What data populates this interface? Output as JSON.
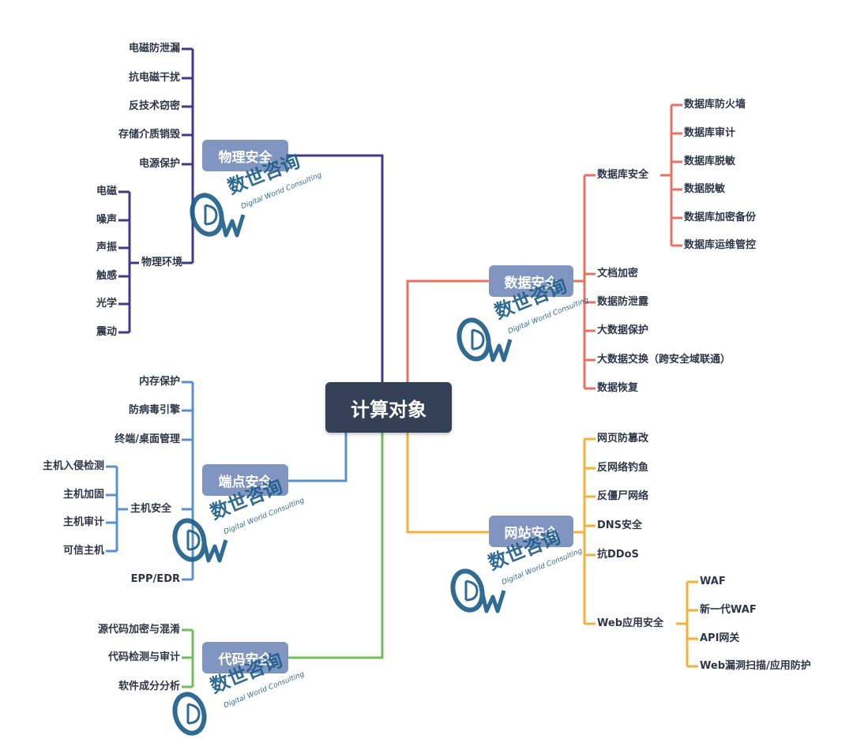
{
  "center": {
    "label": "计算对象"
  },
  "branches": {
    "physical": {
      "label": "物理安全",
      "items": [
        "电磁防泄漏",
        "抗电磁干扰",
        "反技术窃密",
        "存储介质销毁",
        "电源保护",
        "物理环境"
      ],
      "env_items": [
        "电磁",
        "噪声",
        "声振",
        "触感",
        "光学",
        "震动"
      ]
    },
    "data": {
      "label": "数据安全",
      "items": [
        "数据库安全",
        "文档加密",
        "数据防泄露",
        "大数据保护",
        "大数据交换（跨安全域联通）",
        "数据恢复"
      ],
      "db_items": [
        "数据库防火墙",
        "数据库审计",
        "数据库脱敏",
        "数据脱敏",
        "数据库加密备份",
        "数据库运维管控"
      ]
    },
    "endpoint": {
      "label": "端点安全",
      "items": [
        "内存保护",
        "防病毒引擎",
        "终端/桌面管理",
        "主机安全",
        "EPP/EDR"
      ],
      "host_items": [
        "主机入侵检测",
        "主机加固",
        "主机审计",
        "可信主机"
      ]
    },
    "web": {
      "label": "网站安全",
      "items": [
        "网页防篡改",
        "反网络钓鱼",
        "反僵尸网络",
        "DNS安全",
        "抗DDoS",
        "Web应用安全"
      ],
      "webapp_items": [
        "WAF",
        "新一代WAF",
        "API网关",
        "Web漏洞扫描/应用防护"
      ]
    },
    "code": {
      "label": "代码安全",
      "items": [
        "源代码加密与混淆",
        "代码检测与审计",
        "软件成分分析"
      ]
    }
  },
  "watermark": {
    "text": "数世咨询",
    "sub": "Digital World Consulting"
  },
  "colors": {
    "center": "#344055",
    "branch_box": "#8096c0",
    "physical": "#3f3a8c",
    "data": "#e77262",
    "endpoint": "#5b8fd0",
    "web": "#f2b23a",
    "code": "#73bd5a",
    "text": "#2d3648",
    "watermark": "#1f5f8b"
  }
}
